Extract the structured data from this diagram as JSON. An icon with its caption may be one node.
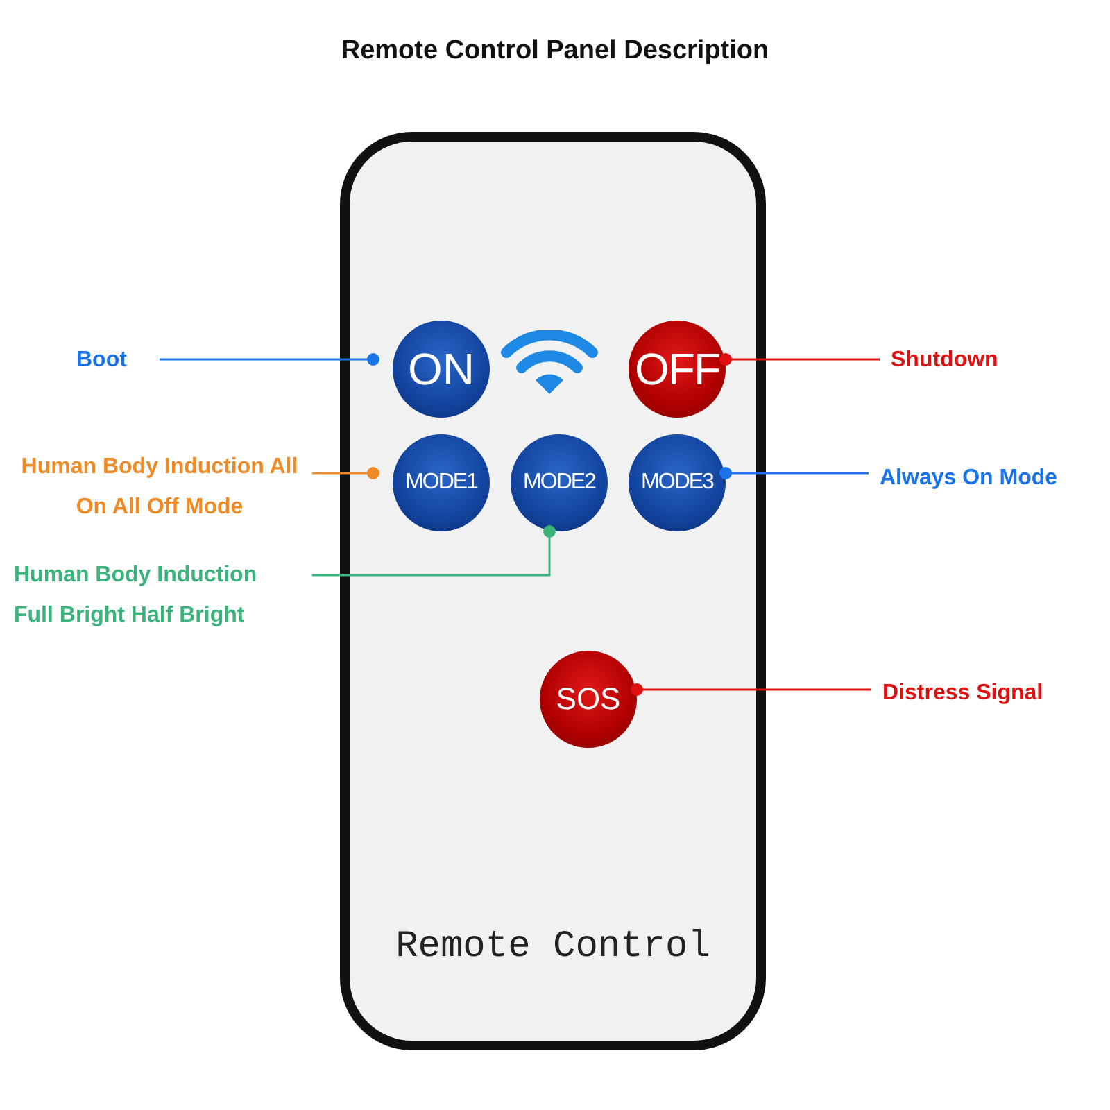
{
  "diagram": {
    "title": "Remote Control Panel Description",
    "nodes": [
      {
        "text": [
          "Remote Control"
        ]
      },
      {
        "text": [
          "ON"
        ],
        "in": 0
      },
      {
        "text": [
          "OFF"
        ],
        "in": 0
      },
      {
        "text": [
          "MODE1"
        ],
        "in": 0
      },
      {
        "text": [
          "MODE2"
        ],
        "in": 0
      },
      {
        "text": [
          "MODE3"
        ],
        "in": 0
      },
      {
        "text": [
          "SOS"
        ],
        "in": 0
      },
      {
        "text": [
          "Boot"
        ]
      },
      {
        "text": [
          "Shutdown"
        ]
      },
      {
        "text": [
          "Human Body Induction All On All Off Mode"
        ]
      },
      {
        "text": [
          "Human Body Induction Full Bright Half Bright"
        ]
      },
      {
        "text": [
          "Always On Mode"
        ]
      },
      {
        "text": [
          "Distress Signal"
        ]
      }
    ],
    "edges": [
      {
        "from": 7,
        "to": 1,
        "arrow": "other",
        "color": "#1a73e8"
      },
      {
        "from": 8,
        "to": 2,
        "arrow": "other",
        "color": "#e01010"
      },
      {
        "from": 9,
        "to": 3,
        "arrow": "other",
        "color": "#f08a24"
      },
      {
        "from": 10,
        "to": 4,
        "arrow": "other",
        "color": "#3cb37a"
      },
      {
        "from": 11,
        "to": 5,
        "arrow": "other",
        "color": "#1a73e8"
      },
      {
        "from": 12,
        "to": 6,
        "arrow": "other",
        "color": "#e01010"
      }
    ]
  }
}
